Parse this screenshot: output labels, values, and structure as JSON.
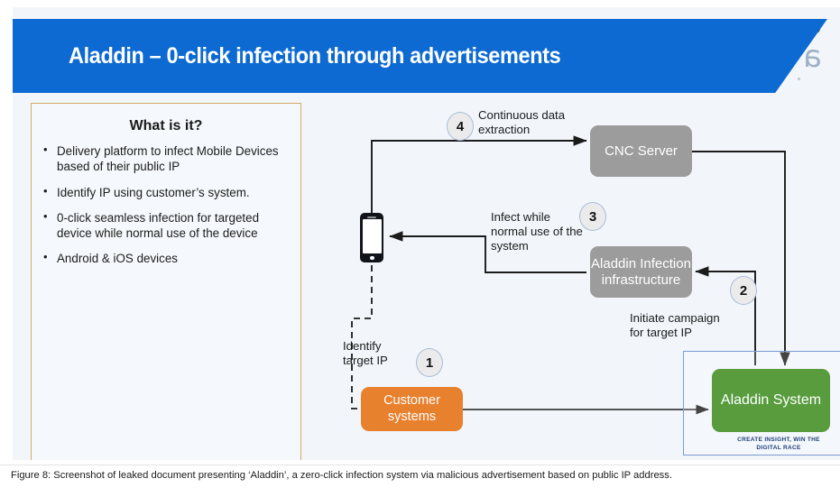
{
  "slide": {
    "title": "Aladdin – 0-click infection through advertisements",
    "banner_color": "#0d6ad2",
    "background_color": "#f2f6fb"
  },
  "infobox": {
    "heading": "What is it?",
    "border_color": "#d6ac62",
    "bullets": [
      "Delivery platform to infect Mobile Devices based of their public IP",
      "Identify IP using customer’s system.",
      "0-click seamless infection for targeted device while normal use of the device",
      "Android & iOS devices"
    ]
  },
  "diagram": {
    "nodes": {
      "cnc": {
        "label": "CNC Server",
        "color": "#9c9c9c"
      },
      "infra": {
        "label": "Aladdin Infection infrastructure",
        "color": "#9c9c9c"
      },
      "customer": {
        "label": "Customer systems",
        "color": "#e8812e"
      },
      "aladdin": {
        "label": "Aladdin System",
        "color": "#589c3e"
      },
      "device": {
        "label": "mobile-phone-device"
      }
    },
    "steps": [
      {
        "number": "1",
        "label": "Identify target IP"
      },
      {
        "number": "2",
        "label": "Initiate campaign for target IP"
      },
      {
        "number": "3",
        "label": "Infect while normal use of the system"
      },
      {
        "number": "4",
        "label": "Continuous data extraction"
      }
    ],
    "labels": {
      "continuous": "Continuous data extraction",
      "infect": "Infect while normal use of the system",
      "identify": "Identify target IP",
      "initiate": "Initiate campaign for target IP"
    },
    "tagline": "CREATE INSIGHT, WIN THE DIGITAL RACE"
  },
  "caption": "Figure 8: Screenshot of leaked document presenting ‘Aladdin’, a zero-click infection system via malicious advertisement based on public IP address."
}
